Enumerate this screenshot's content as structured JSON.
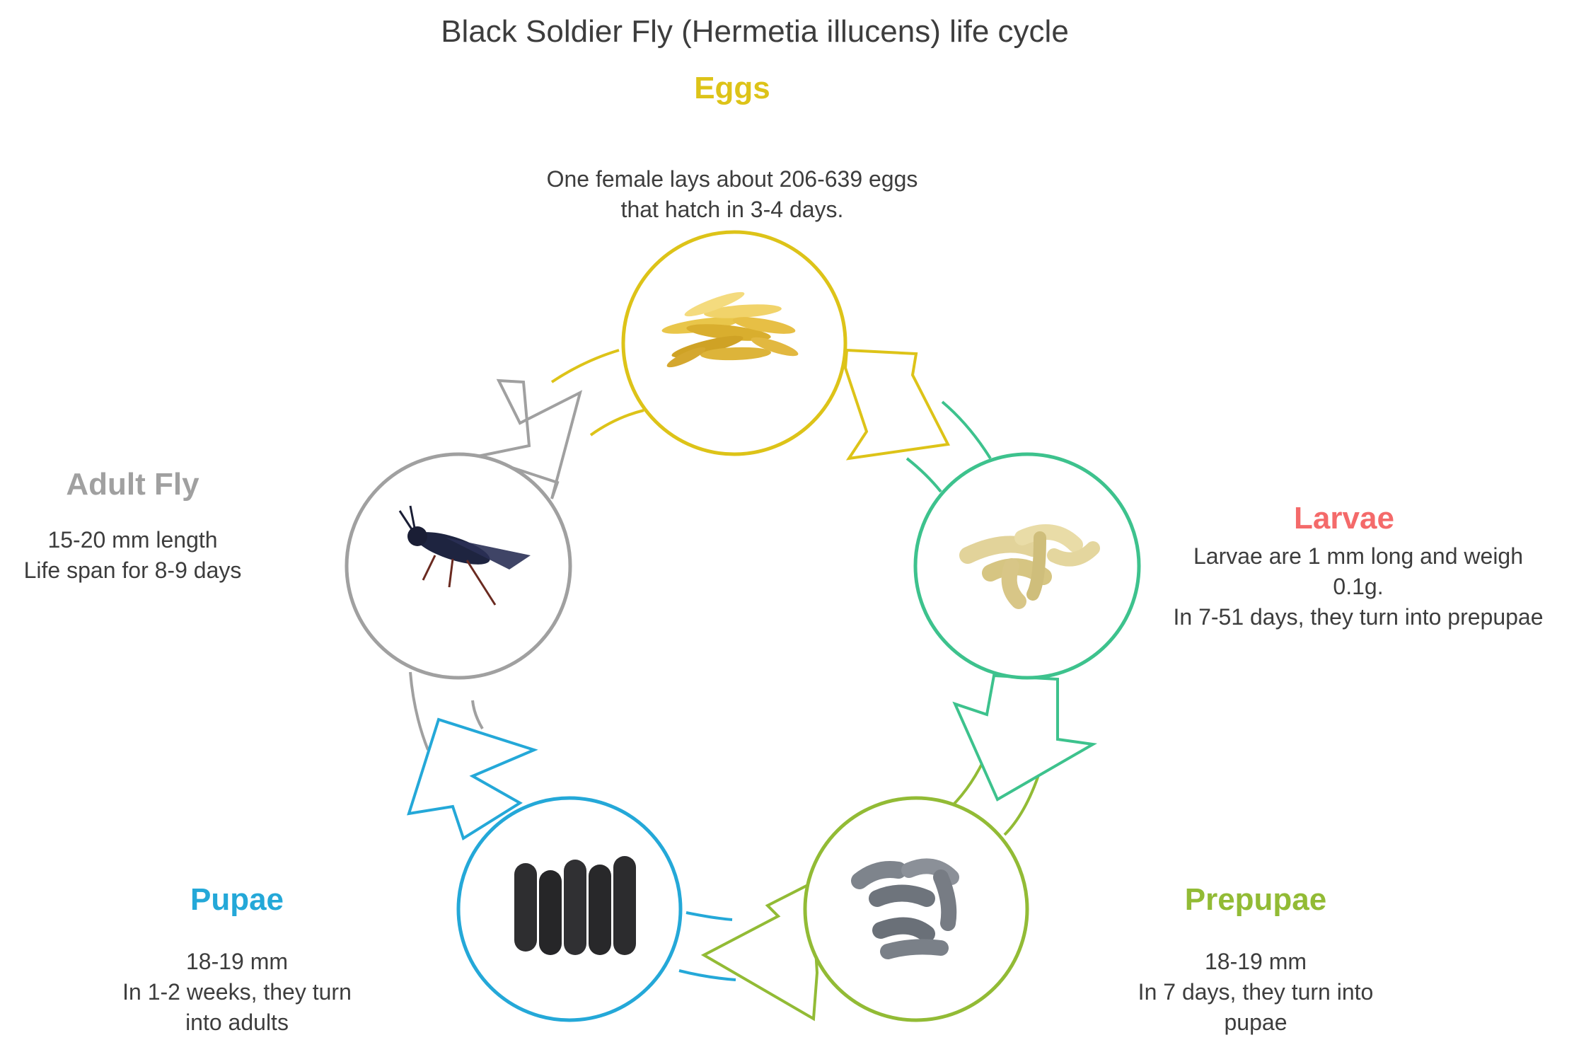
{
  "title": "Black Soldier Fly (Hermetia illucens) life cycle",
  "colors": {
    "eggs": "#DDC318",
    "larvae_circle": "#3DC28D",
    "larvae_title": "#F46A6A",
    "prepupae": "#92BB35",
    "pupae": "#24A8D8",
    "adult": "#A0A0A0",
    "text": "#3d3d3d"
  },
  "stages": {
    "eggs": {
      "title": "Eggs",
      "desc": [
        "One female lays about 206-639 eggs",
        "that hatch in 3-4 days."
      ],
      "icon": "eggs-cluster-icon"
    },
    "larvae": {
      "title": "Larvae",
      "desc": [
        "Larvae are 1 mm long and weigh",
        "0.1g.",
        "In 7-51 days, they turn into prepupae"
      ],
      "icon": "larvae-icon"
    },
    "prepupae": {
      "title": "Prepupae",
      "desc": [
        "18-19 mm",
        "In 7 days, they turn into",
        "pupae"
      ],
      "icon": "prepupae-icon"
    },
    "pupae": {
      "title": "Pupae",
      "desc": [
        "18-19 mm",
        "In 1-2 weeks, they turn",
        "into adults"
      ],
      "icon": "pupae-icon"
    },
    "adult": {
      "title": "Adult Fly",
      "desc": [
        "15-20 mm length",
        "Life span for 8-9 days"
      ],
      "icon": "adult-fly-icon"
    }
  }
}
